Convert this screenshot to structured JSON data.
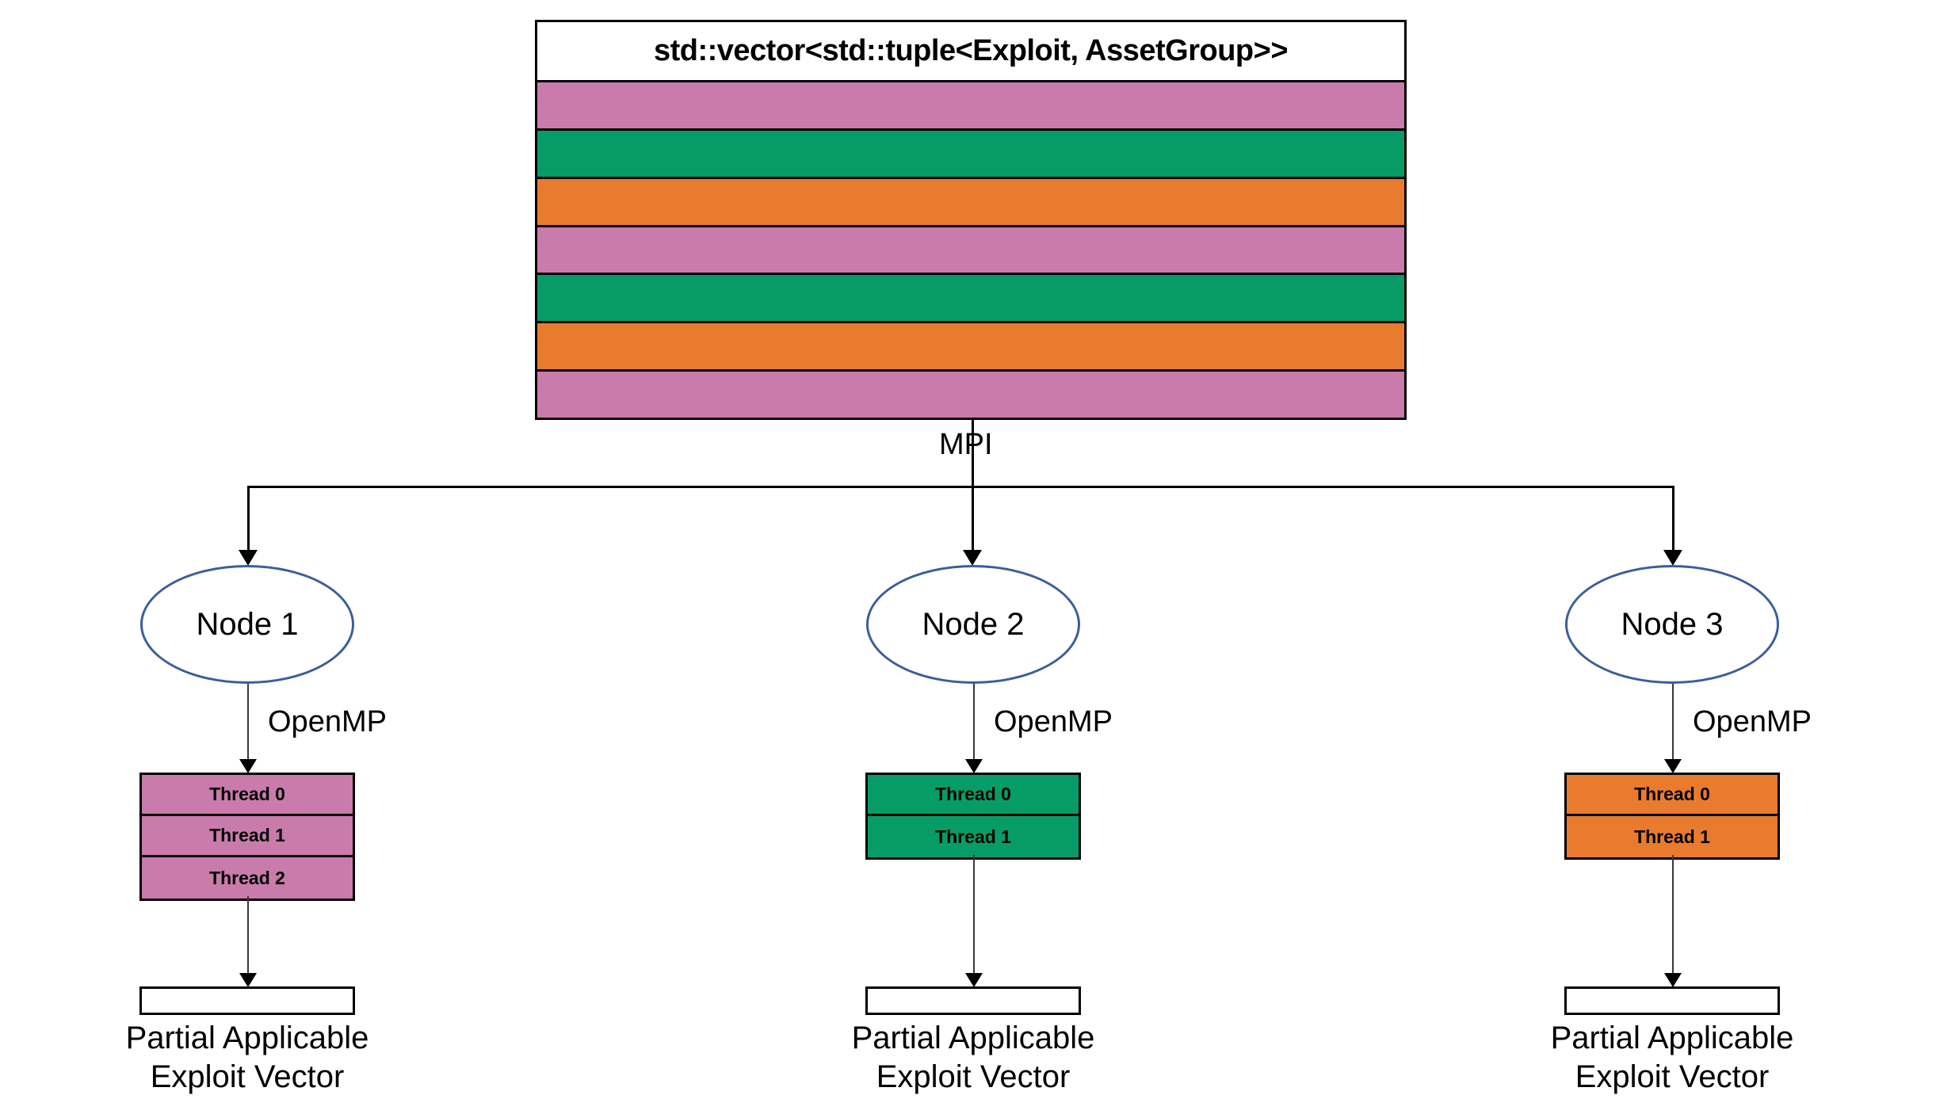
{
  "diagram": {
    "vector": {
      "title": "std::vector<std::tuple<Exploit, AssetGroup>>",
      "bands": [
        {
          "color": "#C97BAB",
          "name": "band-pink-1"
        },
        {
          "color": "#079C67",
          "name": "band-green-1"
        },
        {
          "color": "#E87B2E",
          "name": "band-orange-1"
        },
        {
          "color": "#C97BAB",
          "name": "band-pink-2"
        },
        {
          "color": "#079C67",
          "name": "band-green-2"
        },
        {
          "color": "#E87B2E",
          "name": "band-orange-2"
        },
        {
          "color": "#C97BAB",
          "name": "band-pink-3"
        }
      ]
    },
    "mpi_label": "MPI",
    "openmp_label": "OpenMP",
    "output_caption_line1": "Partial Applicable",
    "output_caption_line2": "Exploit Vector",
    "nodes": [
      {
        "label": "Node 1",
        "openmp": "OpenMP",
        "thread_color": "#C97BAB",
        "threads": [
          "Thread 0",
          "Thread 1",
          "Thread 2"
        ],
        "output_line1": "Partial Applicable",
        "output_line2": "Exploit Vector"
      },
      {
        "label": "Node 2",
        "openmp": "OpenMP",
        "thread_color": "#079C67",
        "threads": [
          "Thread 0",
          "Thread 1"
        ],
        "output_line1": "Partial Applicable",
        "output_line2": "Exploit Vector"
      },
      {
        "label": "Node 3",
        "openmp": "OpenMP",
        "thread_color": "#E87B2E",
        "threads": [
          "Thread 0",
          "Thread 1"
        ],
        "output_line1": "Partial Applicable",
        "output_line2": "Exploit Vector"
      }
    ],
    "colors": {
      "pink": "#C97BAB",
      "green": "#079C67",
      "orange": "#E87B2E",
      "ellipse_border": "#3B5E9B",
      "line": "#000000",
      "background": "#ffffff"
    }
  }
}
